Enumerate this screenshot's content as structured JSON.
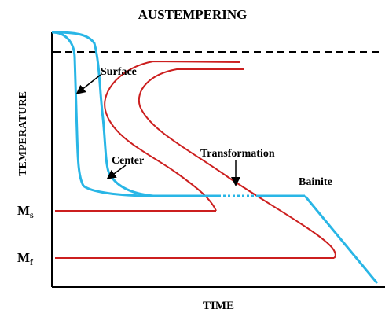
{
  "title": "AUSTEMPERING",
  "axes": {
    "x_label": "TIME",
    "y_label": "TEMPERATURE"
  },
  "levels": {
    "ms": {
      "main": "M",
      "sub": "s"
    },
    "mf": {
      "main": "M",
      "sub": "f"
    }
  },
  "annotations": {
    "surface": "Surface",
    "center": "Center",
    "transformation": "Transformation",
    "bainite": "Bainite"
  },
  "colors": {
    "cooling_curves": "#29b6e6",
    "transformation_curves": "#cc1f1f",
    "axes": "#000000",
    "reference_line": "#000000"
  }
}
